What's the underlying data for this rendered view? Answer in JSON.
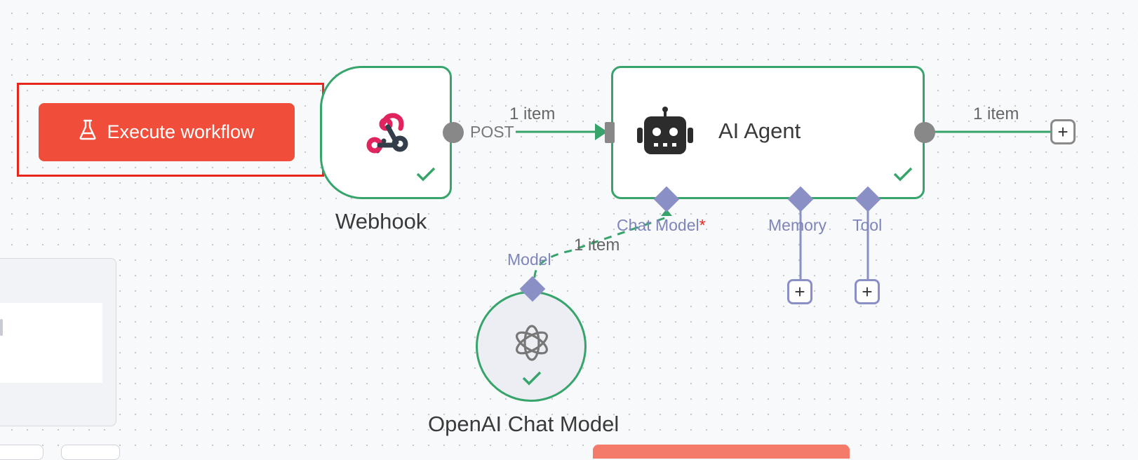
{
  "toolbar": {
    "execute_label": "Execute workflow"
  },
  "nodes": {
    "webhook": {
      "title": "Webhook",
      "output_label": "POST"
    },
    "agent": {
      "title": "AI Agent"
    },
    "model": {
      "title": "OpenAI Chat Model",
      "port_label": "Model"
    }
  },
  "edges": {
    "webhook_to_agent": "1 item",
    "agent_output": "1 item",
    "model_to_agent": "1 item"
  },
  "ports": {
    "chat_model": "Chat Model",
    "chat_model_required": "*",
    "memory": "Memory",
    "tool": "Tool"
  },
  "colors": {
    "accent": "#f04e3a",
    "success": "#36a46b",
    "port": "#8a8fc6",
    "highlight": "#e8261b"
  },
  "icons": {
    "execute": "flask-icon",
    "webhook": "webhook-icon",
    "agent": "robot-icon",
    "model": "openai-icon",
    "add": "plus-icon",
    "status": "check-icon"
  }
}
